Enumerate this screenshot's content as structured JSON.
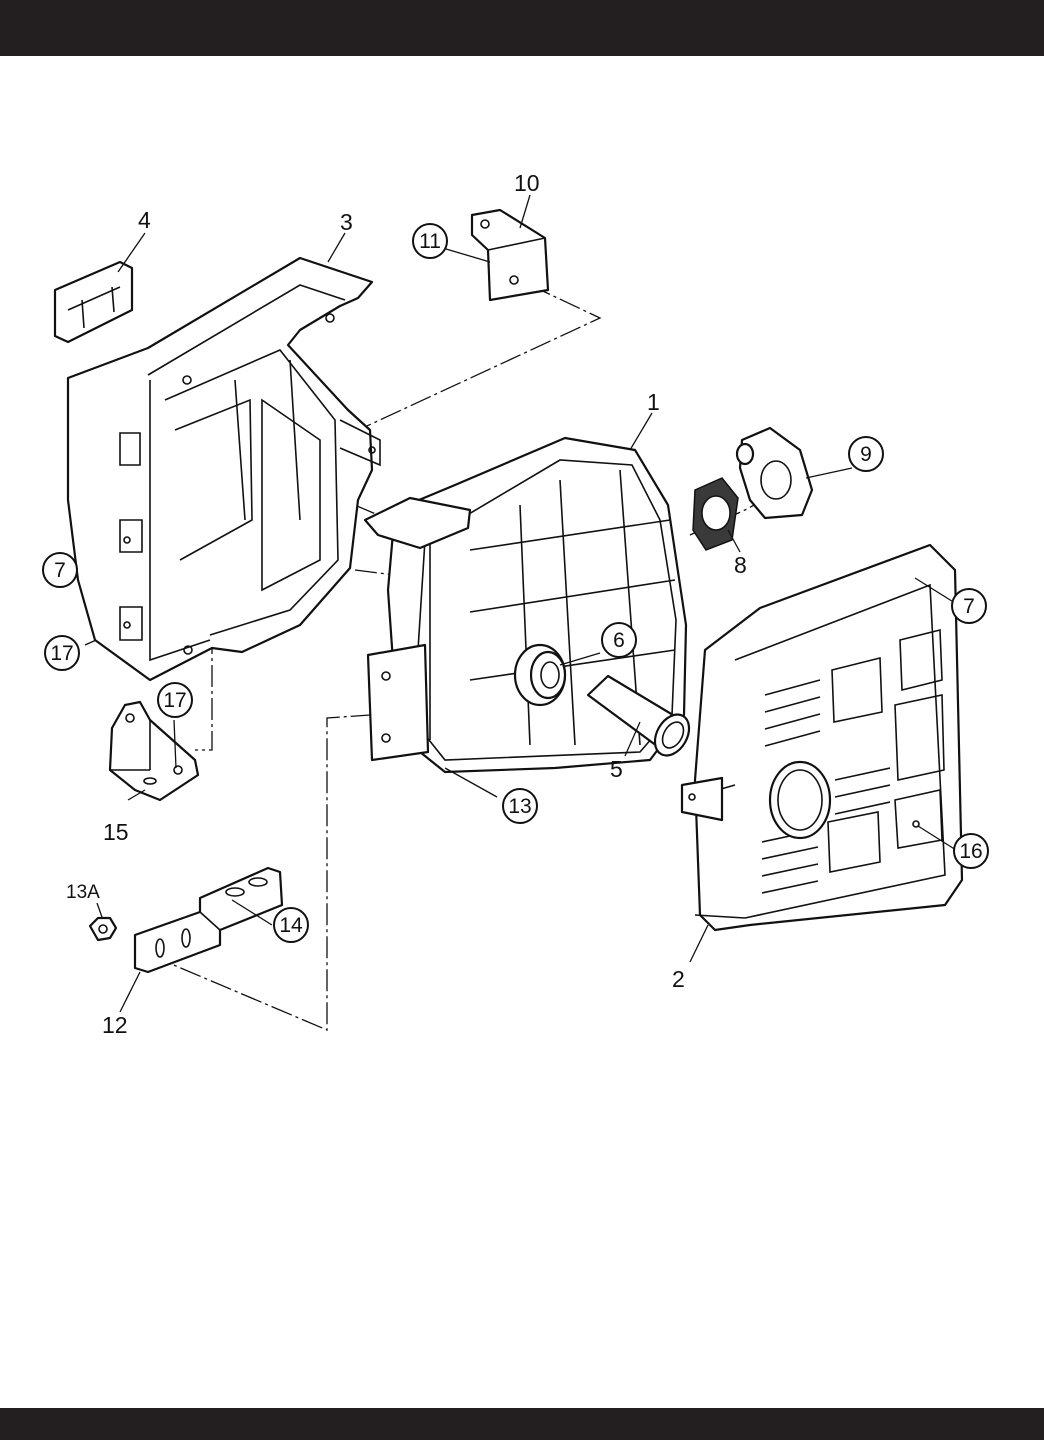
{
  "labels": {
    "p1": "1",
    "p2": "2",
    "p3": "3",
    "p4": "4",
    "p5": "5",
    "p6": "6",
    "p7a": "7",
    "p7b": "7",
    "p8": "8",
    "p9": "9",
    "p10": "10",
    "p11": "11",
    "p12": "12",
    "p13": "13",
    "p13a": "13A",
    "p14": "14",
    "p15": "15",
    "p16": "16",
    "p17a": "17",
    "p17b": "17"
  },
  "colors": {
    "band": "#231f20",
    "line": "#111111",
    "paper": "#ffffff"
  }
}
